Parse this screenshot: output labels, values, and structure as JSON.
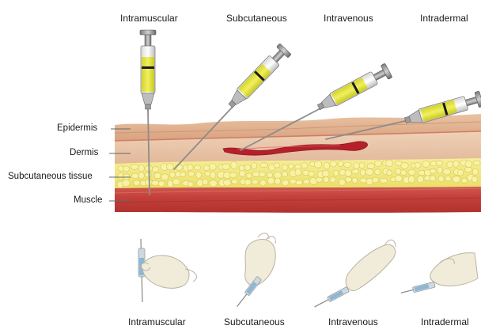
{
  "top_labels": [
    "Intramuscular",
    "Subcutaneous",
    "Intravenous",
    "Intradermal"
  ],
  "layer_labels": [
    "Epidermis",
    "Dermis",
    "Subcutaneous tissue",
    "Muscle"
  ],
  "bottom_labels": [
    "Intramuscular",
    "Subcutaneous",
    "Intravenous",
    "Intradermal"
  ],
  "colors": {
    "epidermis": "#e8b998",
    "dermis": "#d98a72",
    "subcutaneous": "#f3e77a",
    "fat_globule": "#f8f1a8",
    "muscle": "#c4403a",
    "vein": "#b5202a",
    "syringe_fluid": "#e4e436",
    "needle": "#9a9a9a",
    "glove": "#f1ecd9"
  }
}
